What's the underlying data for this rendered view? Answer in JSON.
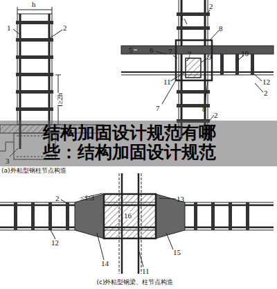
{
  "diagram": {
    "title": "结构加固设计规范有哪些：结构加固设计规范",
    "caption": "(c)外粘型钢梁、柱节点构造",
    "labels": [
      "h",
      "1",
      "2",
      "l≥2h",
      "3",
      "(a)外粘型钢柱节点构造",
      "2",
      "1",
      "8",
      "5",
      "6",
      "7",
      "7",
      "9",
      "10",
      "11",
      "12",
      "2",
      "7",
      "8",
      "2",
      "≤1:3",
      "2",
      "13",
      "16",
      "12",
      "14",
      "15",
      "11"
    ]
  }
}
